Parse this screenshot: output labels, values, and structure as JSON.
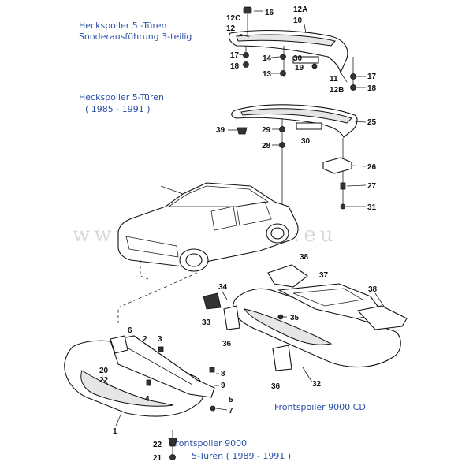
{
  "captions": {
    "spoiler_special_1": "Heckspoiler 5 -Türen",
    "spoiler_special_2": "Sonderausführung  3-teilig",
    "spoiler_standard_1": "Heckspoiler  5-Türen",
    "spoiler_standard_2": "( 1985 - 1991 )",
    "front_cd": "Frontspoiler  9000 CD",
    "front_9000_1": "Frontspoiler 9000",
    "front_9000_2": "5-Türen  ( 1989 - 1991  )"
  },
  "watermark": "www.saab-parts.eu",
  "part_numbers": {
    "p1": "1",
    "p2": "2",
    "p3": "3",
    "p4": "4",
    "p5": "5",
    "p6": "6",
    "p7": "7",
    "p8": "8",
    "p9": "9",
    "p10": "10",
    "p11": "11",
    "p12": "12",
    "p12a": "12A",
    "p12b": "12B",
    "p12c": "12C",
    "p13": "13",
    "p14": "14",
    "p16": "16",
    "p17a": "17",
    "p17b": "17",
    "p18a": "18",
    "p18b": "18",
    "p19": "19",
    "p20": "20",
    "p21": "21",
    "p22": "22",
    "p25": "25",
    "p26": "26",
    "p27": "27",
    "p28": "28",
    "p29": "29",
    "p30a": "30",
    "p30b": "30",
    "p31": "31",
    "p32": "32",
    "p33": "33",
    "p34": "34",
    "p35": "35",
    "p36a": "36",
    "p36b": "36",
    "p37": "37",
    "p38a": "38",
    "p38b": "38",
    "p39": "39"
  }
}
